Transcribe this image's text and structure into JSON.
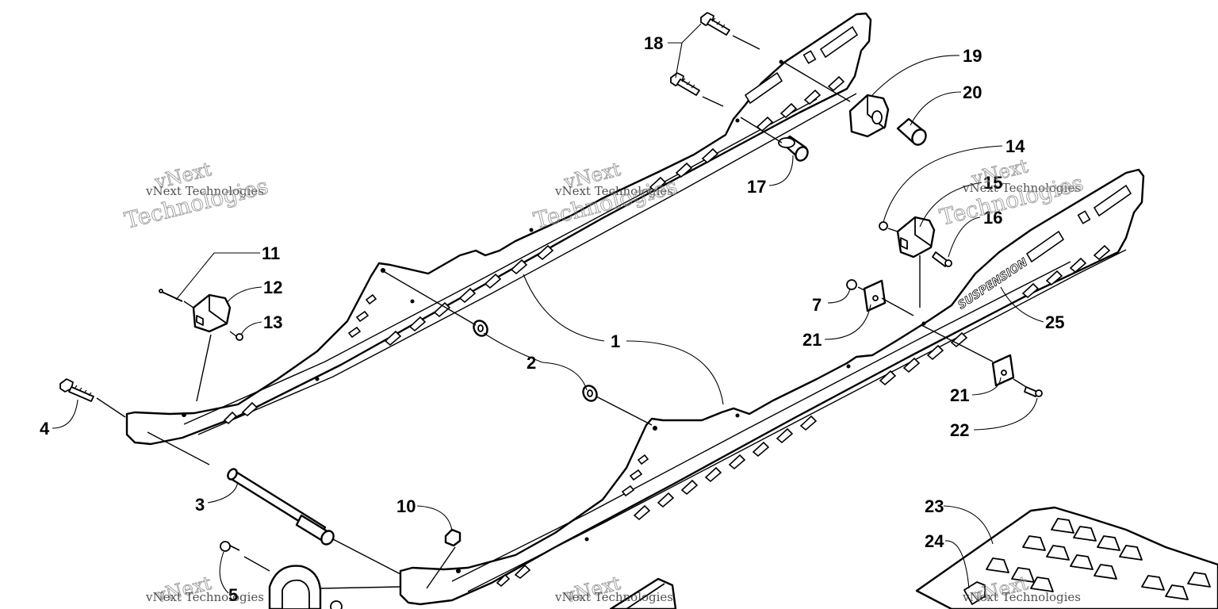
{
  "callouts": [
    {
      "id": "c1",
      "label": "1"
    },
    {
      "id": "c2",
      "label": "2"
    },
    {
      "id": "c3",
      "label": "3"
    },
    {
      "id": "c4",
      "label": "4"
    },
    {
      "id": "c5",
      "label": "5"
    },
    {
      "id": "c7",
      "label": "7"
    },
    {
      "id": "c10",
      "label": "10"
    },
    {
      "id": "c11",
      "label": "11"
    },
    {
      "id": "c12",
      "label": "12"
    },
    {
      "id": "c13",
      "label": "13"
    },
    {
      "id": "c14",
      "label": "14"
    },
    {
      "id": "c15",
      "label": "15"
    },
    {
      "id": "c16",
      "label": "16"
    },
    {
      "id": "c17",
      "label": "17"
    },
    {
      "id": "c18",
      "label": "18"
    },
    {
      "id": "c19",
      "label": "19"
    },
    {
      "id": "c20",
      "label": "20"
    },
    {
      "id": "c21a",
      "label": "21"
    },
    {
      "id": "c21b",
      "label": "21"
    },
    {
      "id": "c22",
      "label": "22"
    },
    {
      "id": "c23",
      "label": "23"
    },
    {
      "id": "c24",
      "label": "24"
    },
    {
      "id": "c25",
      "label": "25"
    }
  ],
  "watermark": {
    "line_small": "vNext Technologies",
    "line_big_1": "vNext",
    "line_big_2": "Technologies"
  },
  "rail_logo_text": "SUSPENSION"
}
